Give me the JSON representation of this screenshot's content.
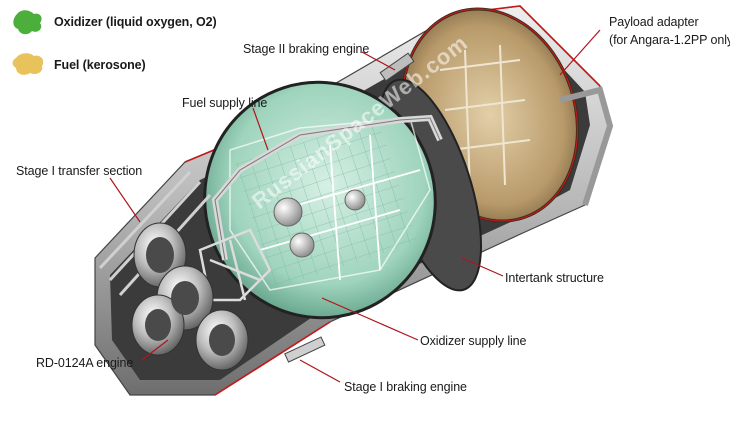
{
  "legend": {
    "oxidizer": {
      "label": "Oxidizer (liquid oxygen, O2)",
      "color": "#4caf3c"
    },
    "fuel": {
      "label": "Fuel (kerosone)",
      "color": "#e8c25a"
    }
  },
  "labels": {
    "stage2_braking": "Stage II braking engine",
    "payload_adapter_1": "Payload adapter",
    "payload_adapter_2": "(for Angara-1.2PP only)",
    "fuel_supply": "Fuel supply line",
    "stage1_transfer": "Stage I transfer section",
    "intertank": "Intertank structure",
    "oxidizer_supply": "Oxidizer supply line",
    "rd_engine": "RD-0124A engine",
    "stage1_braking": "Stage I braking engine"
  },
  "watermark": "RussianSpaceWeb.com",
  "colors": {
    "leader": "#b0141c",
    "oxidizer_tank": "#9fd9c2",
    "fuel_tank": "#c9a87a"
  }
}
